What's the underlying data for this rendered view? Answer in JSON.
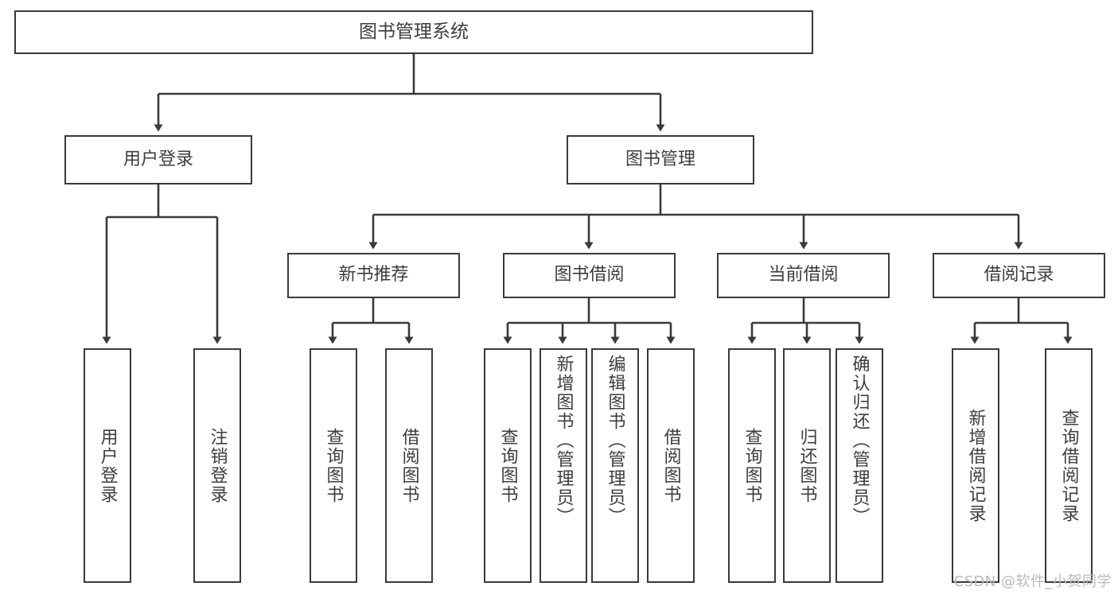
{
  "diagram": {
    "type": "tree-hierarchy",
    "title": "图书管理系统",
    "watermark": "CSDN @软件_小贺同学",
    "colors": {
      "box_border": "#3a3a3a",
      "box_fill": "#ffffff",
      "connector": "#3a3a3a",
      "text": "#3d3d3d",
      "watermark": "#b9b9b9",
      "background": "#ffffff"
    },
    "root": {
      "label": "图书管理系统"
    },
    "level1": [
      {
        "label": "用户登录"
      },
      {
        "label": "图书管理"
      }
    ],
    "level2": [
      {
        "label": "新书推荐"
      },
      {
        "label": "图书借阅"
      },
      {
        "label": "当前借阅"
      },
      {
        "label": "借阅记录"
      }
    ],
    "leaves": {
      "user_login": [
        {
          "label": "用户登录"
        },
        {
          "label": "注销登录"
        }
      ],
      "new_book_recommend": [
        {
          "label": "查询图书"
        },
        {
          "label": "借阅图书"
        }
      ],
      "book_borrow": [
        {
          "label": "查询图书"
        },
        {
          "label": "新增图书（管理员）"
        },
        {
          "label": "编辑图书（管理员）"
        },
        {
          "label": "借阅图书"
        }
      ],
      "current_borrow": [
        {
          "label": "查询图书"
        },
        {
          "label": "归还图书"
        },
        {
          "label": "确认归还（管理员）"
        }
      ],
      "borrow_record": [
        {
          "label": "新增借阅记录"
        },
        {
          "label": "查询借阅记录"
        }
      ]
    }
  }
}
